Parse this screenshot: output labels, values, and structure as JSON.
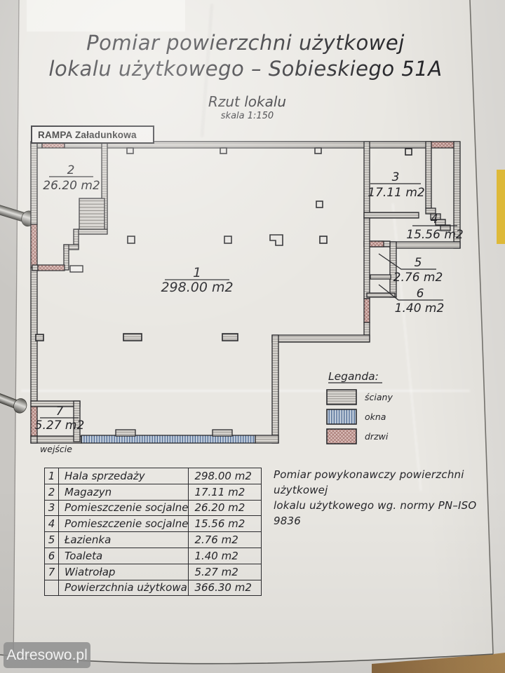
{
  "page": {
    "title1": "Pomiar powierzchni użytkowej",
    "title2": "lokalu użytkowego – Sobieskiego 51A",
    "subtitle": "Rzut lokalu",
    "scale": "skala 1:150"
  },
  "plan": {
    "ramp_label": "RAMPA Załadunkowa",
    "entrance_label": "wejście",
    "rooms": [
      {
        "number": "1",
        "area": "298.00 m2"
      },
      {
        "number": "2",
        "area": "26.20 m2"
      },
      {
        "number": "3",
        "area": "17.11 m2"
      },
      {
        "number": "4",
        "area": "15.56 m2"
      },
      {
        "number": "5",
        "area": "2.76 m2"
      },
      {
        "number": "6",
        "area": "1.40 m2"
      },
      {
        "number": "7",
        "area": "5.27 m2"
      }
    ]
  },
  "legend": {
    "title": "Leganda:",
    "items": [
      {
        "label": "ściany",
        "type": "walls"
      },
      {
        "label": "okna",
        "type": "windows"
      },
      {
        "label": "drzwi",
        "type": "doors"
      }
    ]
  },
  "table": {
    "rows": [
      {
        "no": "1",
        "name": "Hala sprzedaży",
        "area": "298.00 m2"
      },
      {
        "no": "2",
        "name": "Magazyn",
        "area": "17.11 m2"
      },
      {
        "no": "3",
        "name": "Pomieszczenie socjalne",
        "area": "26.20 m2"
      },
      {
        "no": "4",
        "name": "Pomieszczenie socjalne",
        "area": "15.56 m2"
      },
      {
        "no": "5",
        "name": "Łazienka",
        "area": "2.76 m2"
      },
      {
        "no": "6",
        "name": "Toaleta",
        "area": "1.40 m2"
      },
      {
        "no": "7",
        "name": "Wiatrołap",
        "area": "5.27 m2"
      },
      {
        "no": "",
        "name": "Powierzchnia użytkowa",
        "area": "366.30 m2"
      }
    ]
  },
  "note": {
    "line1": "Pomiar powykonawczy powierzchni użytkowej",
    "line2": "lokalu użytkowego wg. normy PN–ISO 9836"
  },
  "watermark": {
    "text": "Adresowo.pl"
  },
  "colors": {
    "paper": "#e9e7e2",
    "ink": "#2b2b2e",
    "wall_fill": "#d9d6d1",
    "window_blue": "#3a5a88",
    "door_pink": "#dabdb9",
    "sticky_yellow": "#e7c13b",
    "wood": "#9a7750"
  }
}
